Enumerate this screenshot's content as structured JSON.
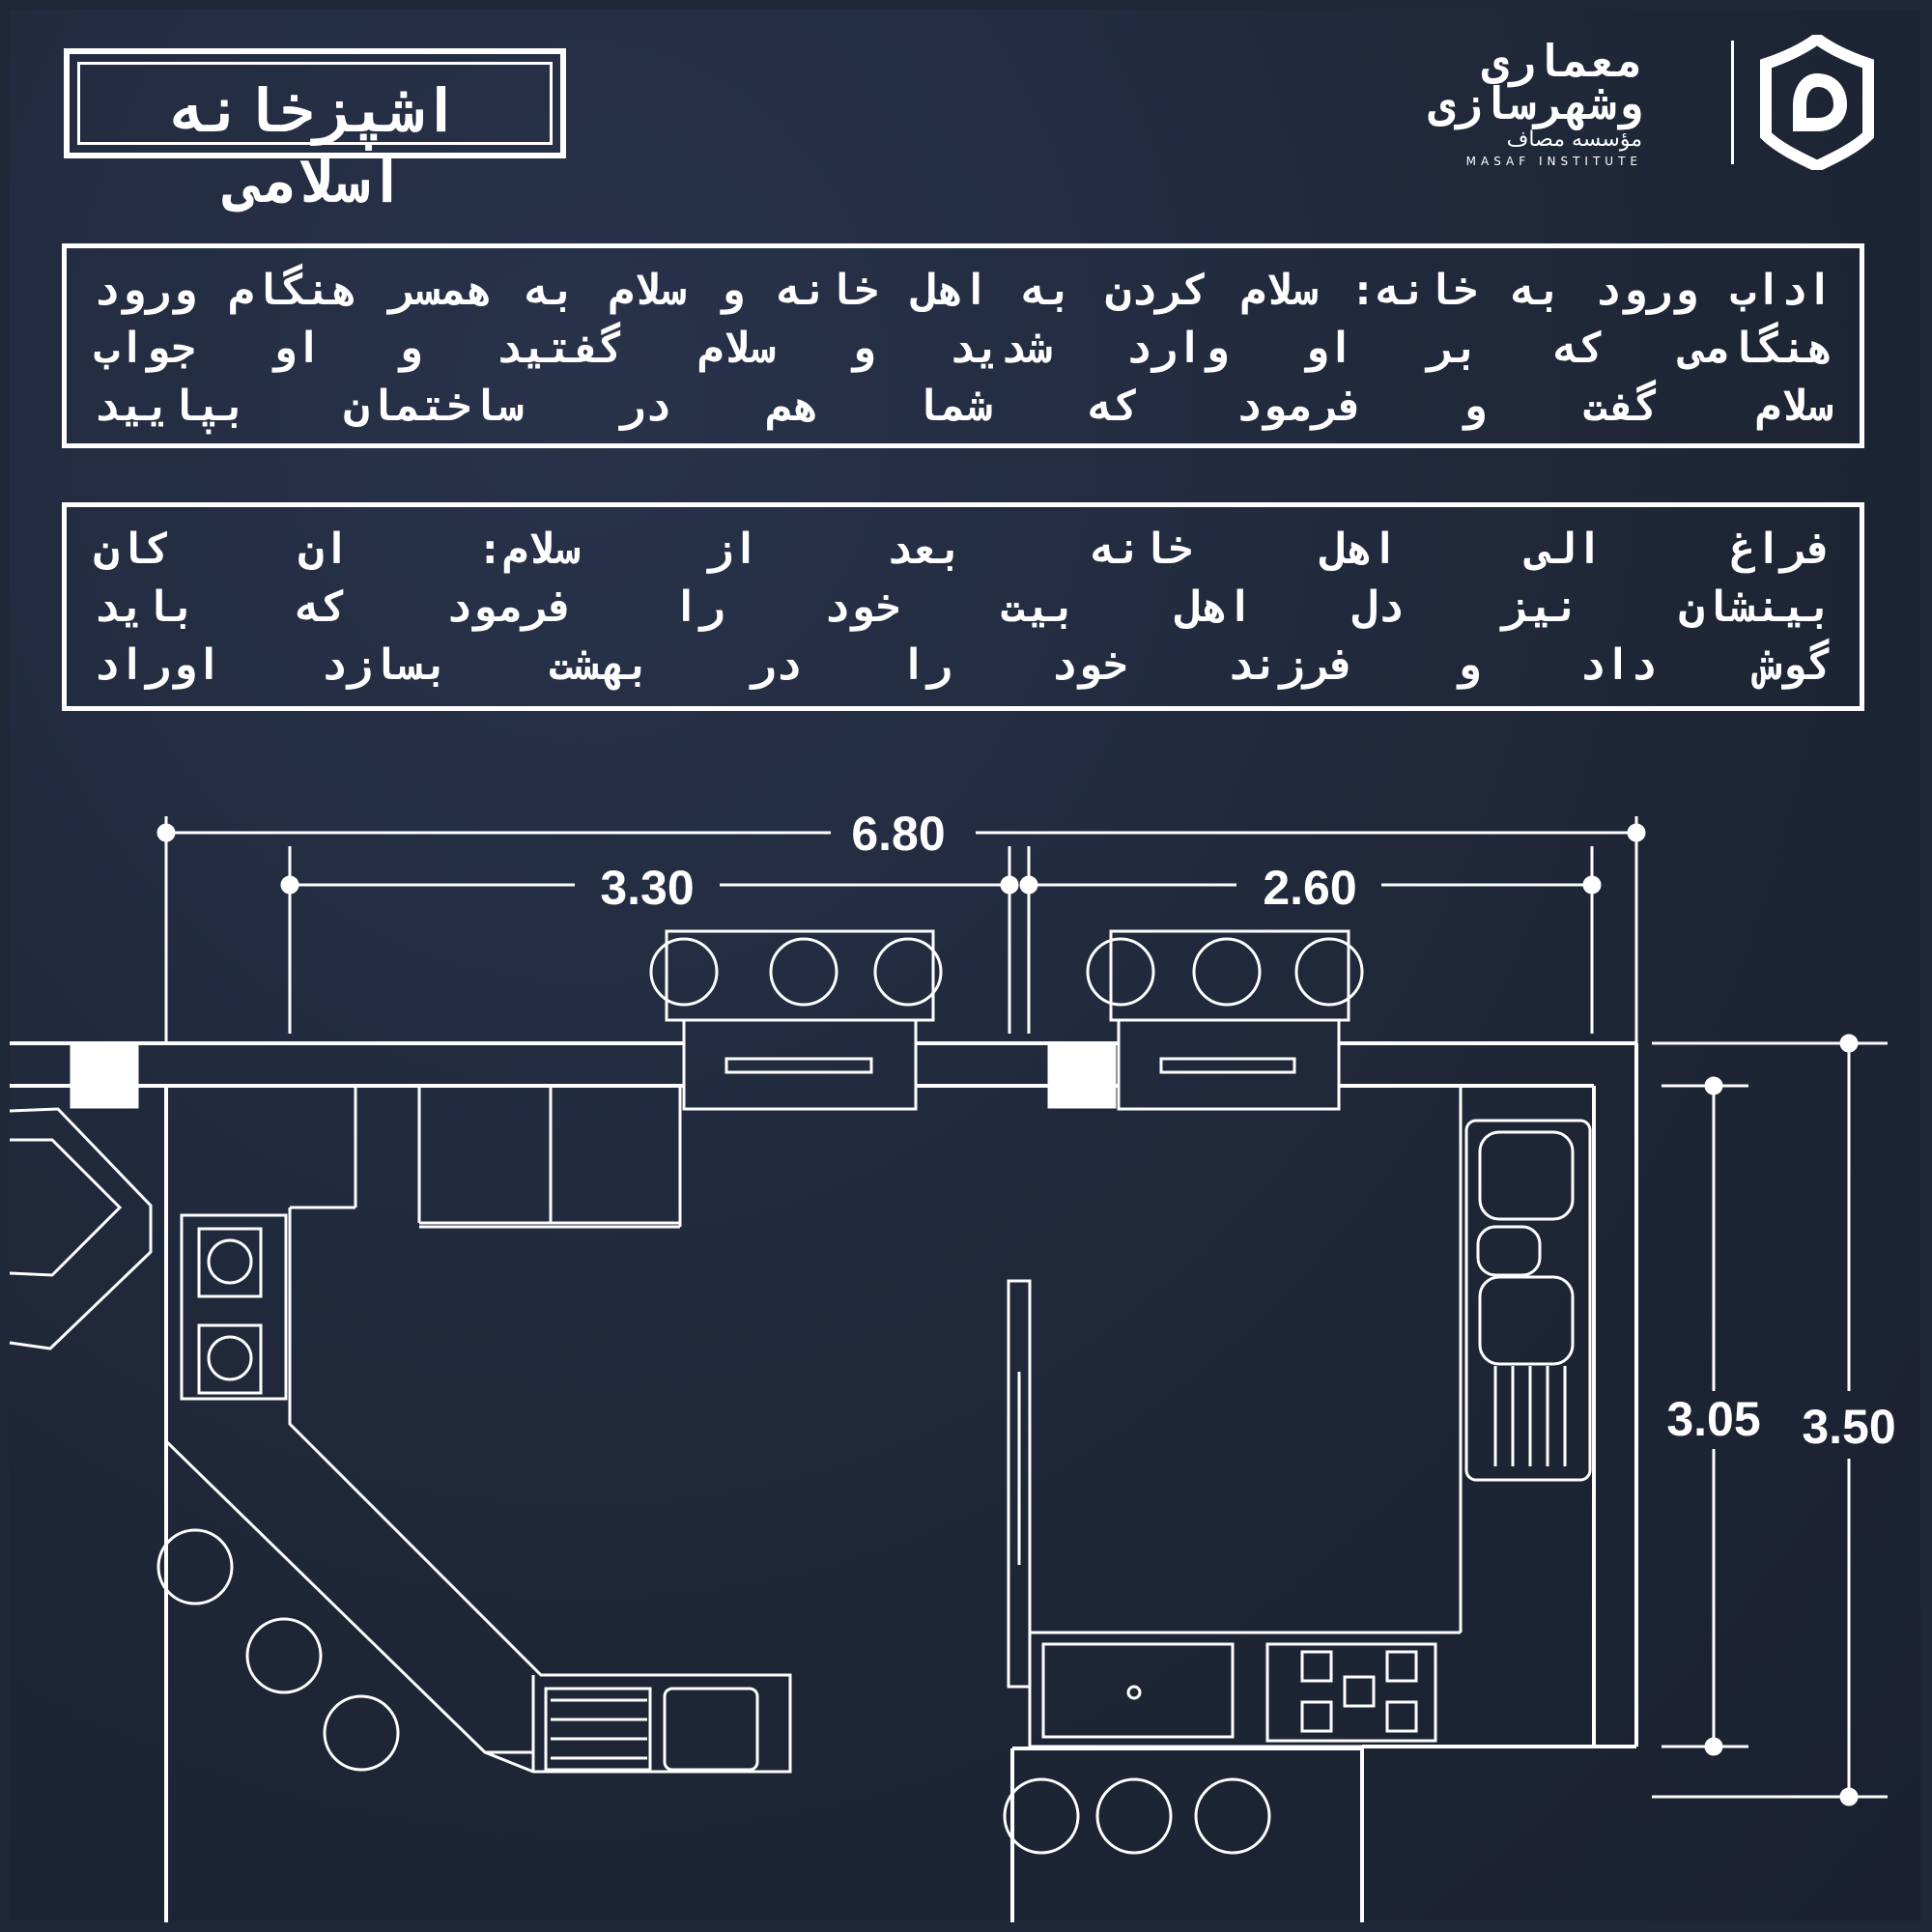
{
  "header": {
    "title": "اشپزخانه اسلامی",
    "logo_line1": "معماری",
    "logo_line2": "وشهرسازی",
    "logo_sub": "مؤسسه مصاف",
    "logo_en": "MASAF INSTITUTE"
  },
  "text_block_1": {
    "lines": [
      "اداب ورود به خانه: سلام کردن به اهل خانه و سلام به همسر هنگام ورود",
      "هنگامی که بر او وارد شدید و سلام گفتید و او جواب",
      "سلام گفت و فرمود که شما هم در ساختمان بپایید"
    ]
  },
  "text_block_2": {
    "lines": [
      "فراغ الی اهل خانه بعد از سلام: ان کان",
      "بینشان نیز دل اهل بیت خود را فرمود که باید",
      "گوش داد و فرزند خود را در بهشت بسازد اوراد"
    ]
  },
  "dimensions": {
    "total_width": "6.80",
    "left_width": "3.30",
    "right_width": "2.60",
    "inner_height": "3.05",
    "outer_height": "3.50"
  },
  "colors": {
    "background": "#1f2838",
    "line": "#ffffff"
  }
}
